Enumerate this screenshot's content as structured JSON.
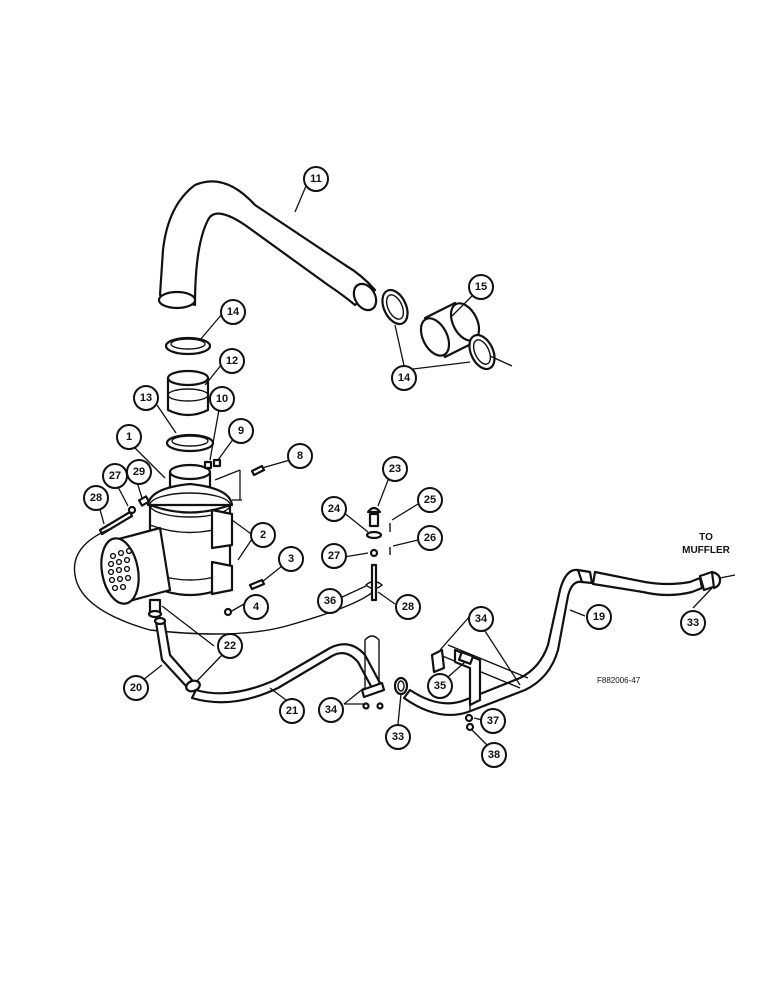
{
  "callouts": [
    {
      "id": "c11",
      "label": "11"
    },
    {
      "id": "c14a",
      "label": "14"
    },
    {
      "id": "c15",
      "label": "15"
    },
    {
      "id": "c14b",
      "label": "14"
    },
    {
      "id": "c12",
      "label": "12"
    },
    {
      "id": "c13",
      "label": "13"
    },
    {
      "id": "c10",
      "label": "10"
    },
    {
      "id": "c9",
      "label": "9"
    },
    {
      "id": "c1",
      "label": "1"
    },
    {
      "id": "c8",
      "label": "8"
    },
    {
      "id": "c27a",
      "label": "27"
    },
    {
      "id": "c29",
      "label": "29"
    },
    {
      "id": "c28a",
      "label": "28"
    },
    {
      "id": "c2",
      "label": "2"
    },
    {
      "id": "c3",
      "label": "3"
    },
    {
      "id": "c4",
      "label": "4"
    },
    {
      "id": "c23",
      "label": "23"
    },
    {
      "id": "c24",
      "label": "24"
    },
    {
      "id": "c25",
      "label": "25"
    },
    {
      "id": "c27b",
      "label": "27"
    },
    {
      "id": "c26",
      "label": "26"
    },
    {
      "id": "c36",
      "label": "36"
    },
    {
      "id": "c28b",
      "label": "28"
    },
    {
      "id": "c22",
      "label": "22"
    },
    {
      "id": "c20",
      "label": "20"
    },
    {
      "id": "c21",
      "label": "21"
    },
    {
      "id": "c34a",
      "label": "34"
    },
    {
      "id": "c33a",
      "label": "33"
    },
    {
      "id": "c34b",
      "label": "34"
    },
    {
      "id": "c35",
      "label": "35"
    },
    {
      "id": "c19",
      "label": "19"
    },
    {
      "id": "c37",
      "label": "37"
    },
    {
      "id": "c38",
      "label": "38"
    },
    {
      "id": "c33b",
      "label": "33"
    }
  ],
  "notes": {
    "to_muffler_line1": "TO",
    "to_muffler_line2": "MUFFLER"
  },
  "figure_code": "F882006-47",
  "colors": {
    "ink": "#111111",
    "paper": "#ffffff"
  }
}
